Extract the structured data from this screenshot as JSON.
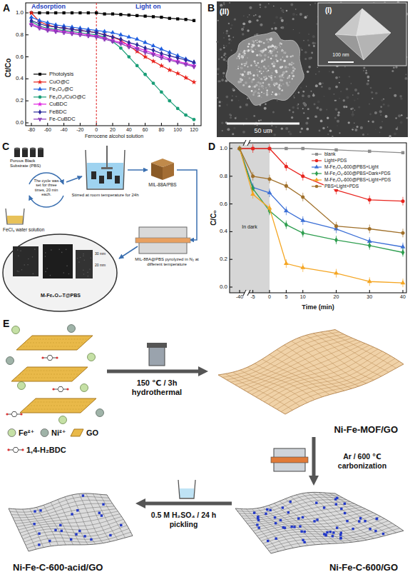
{
  "diagram": {
    "nodes": [
      {
        "text": [
          "Ni-Fe-MOF/GO"
        ]
      },
      {
        "text": [
          "Ni-Fe-C-600/GO"
        ]
      },
      {
        "text": [
          "Ni-Fe-C-600-acid/GO"
        ]
      }
    ],
    "edges": [
      {
        "from": 0,
        "to": 1,
        "arrow": "to",
        "label": "Ar / 600 ℃ carbonization"
      },
      {
        "from": 1,
        "to": 2,
        "arrow": "to",
        "label": "0.5 M H₂SO₄ / 24 h pickling"
      }
    ],
    "labels": [
      "A",
      "B",
      "C",
      "D",
      "E",
      "Adsorption",
      "Light on",
      "Ct/Co",
      "0.0",
      "0.2",
      "0.4",
      "0.6",
      "0.8",
      "1.0",
      "-80",
      "-60",
      "-40",
      "-20",
      "0",
      "20",
      "40",
      "60",
      "80",
      "100",
      "120",
      "Ferrocene alcohol solution",
      "(II)",
      "(I)",
      "100 nm",
      "50 um",
      "Porous Black Substrate (PBS)",
      "The cycle was set for three times, 20 min each.",
      "FeCl₃ water solution",
      "Stirred at room temperature for 24h",
      "MIL-88A/PBS",
      "MIL-88A@PBS pyrolyzed in N₂ at different temperature",
      "M-Fe₂O₃-T@PBS",
      "30 mm",
      "20 mm",
      "C/C₀",
      "0.0",
      "0.2",
      "0.4",
      "0.6",
      "0.8",
      "1.0",
      "-40",
      "-5",
      "0",
      "5",
      "10",
      "20",
      "30",
      "40",
      "Time (min)",
      "In dark",
      "150 ℃ / 3h hydrothermal"
    ],
    "legend": [
      {
        "text": "Photolysis"
      },
      {
        "text": "CuO@C"
      },
      {
        "text": "Fe₃O₄@C"
      },
      {
        "text": "Fe₃O₄/CuO@C"
      },
      {
        "text": "CuBDC"
      },
      {
        "text": "FeBDC"
      },
      {
        "text": "Fe-CuBDC"
      },
      {
        "text": "blank"
      },
      {
        "text": "Light+PDS"
      },
      {
        "text": "M-Fe₂O₃-600@PBS+Light"
      },
      {
        "text": "M-Fe₂O₃-600@PBS+Dark+PDS"
      },
      {
        "text": "M-Fe₂O₃-600@PBS+Light+PDS"
      },
      {
        "text": "PBS+Light+PDS"
      },
      {
        "text": "Fe²⁺",
        "color": "#c5e0a5"
      },
      {
        "text": "Ni²⁺",
        "color": "#9fb3a8"
      },
      {
        "text": "GO"
      },
      {
        "text": "1,4-H₂BDC"
      }
    ]
  }
}
